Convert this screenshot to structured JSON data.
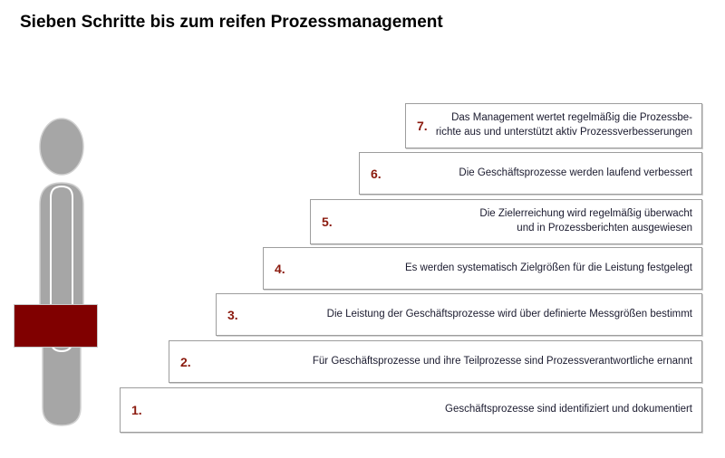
{
  "title": "Sieben Schritte bis zum reifen Prozessmanagement",
  "colors": {
    "number": "#8b1a0e",
    "briefcase": "#800000",
    "figure": "#a6a6a6",
    "box_border": "#9d9d9d",
    "text": "#1a1a2e",
    "background": "#ffffff"
  },
  "figure": {
    "name": "businessman-silhouette",
    "briefcase_label": "briefcase"
  },
  "steps": [
    {
      "number": "1.",
      "text": "Geschäftsprozesse sind identifiziert und dokumentiert"
    },
    {
      "number": "2.",
      "text": "Für Geschäftsprozesse und ihre Teilprozesse sind Prozessverantwortliche ernannt"
    },
    {
      "number": "3.",
      "text": "Die Leistung der Geschäftsprozesse wird über definierte Messgrößen bestimmt"
    },
    {
      "number": "4.",
      "text": "Es werden systematisch Zielgrößen für die Leistung festgelegt"
    },
    {
      "number": "5.",
      "text": "Die Zielerreichung wird regelmäßig überwacht\nund in Prozessberichten ausgewiesen"
    },
    {
      "number": "6.",
      "text": "Die Geschäftsprozesse werden laufend verbessert"
    },
    {
      "number": "7.",
      "text": "Das Management wertet regelmäßig die Prozessbe-\nrichte aus und unterstützt aktiv Prozessverbesserungen"
    }
  ]
}
